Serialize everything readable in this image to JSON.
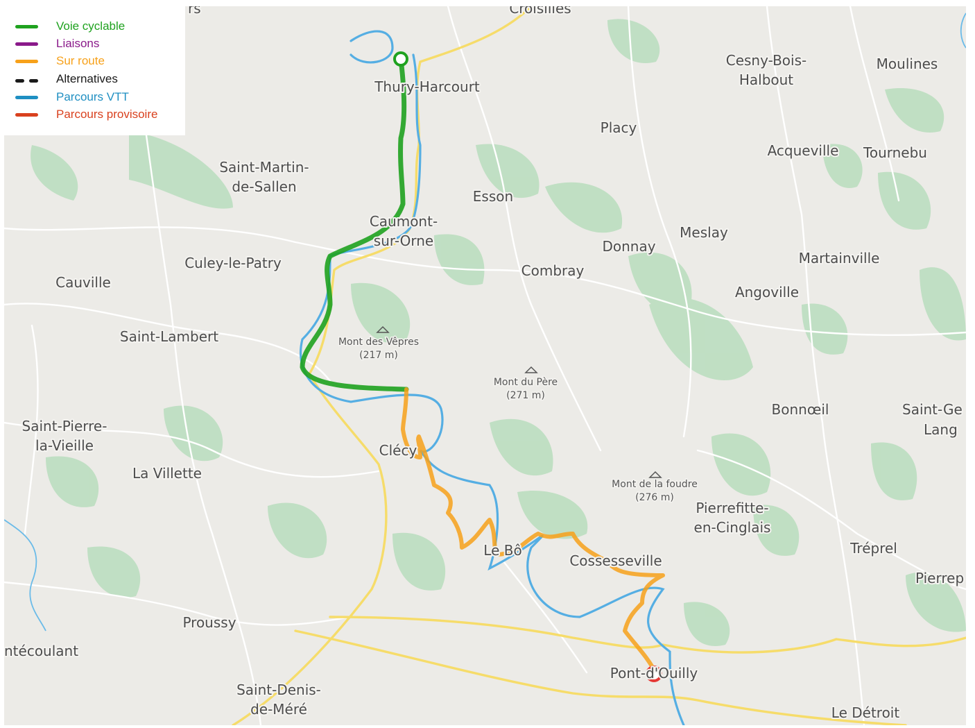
{
  "legend": {
    "items": [
      {
        "label": "Voie cyclable",
        "color": "#1fa21f"
      },
      {
        "label": "Liaisons",
        "color": "#8a1a8a"
      },
      {
        "label": "Sur route",
        "color": "#f7a11a"
      },
      {
        "label": "Alternatives",
        "color": "#1a1a1a",
        "dashed": true
      },
      {
        "label": "Parcours VTT",
        "color": "#1f8fc2"
      },
      {
        "label": "Parcours provisoire",
        "color": "#d9411e"
      }
    ]
  },
  "map": {
    "places": [
      "Thury-Harcourt",
      "Croisilles",
      "Cesny-Bois-",
      "Halbout",
      "Moulines",
      "Placy",
      "Acqueville",
      "Tournebu",
      "Saint-Martin-",
      "de-Sallen",
      "Esson",
      "Caumont-",
      "sur-Orne",
      "Meslay",
      "Donnay",
      "Martainville",
      "Culey-le-Patry",
      "Combray",
      "Cauville",
      "Angoville",
      "Saint-Lambert",
      "Bonnœil",
      "Saint-Ge",
      "Lang",
      "Saint-Pierre-",
      "la-Vieille",
      "Clécy",
      "La Villette",
      "Pierrefitte-",
      "en-Cinglais",
      "Le Bô",
      "Cossesseville",
      "Tréprel",
      "Pierrep",
      "Proussy",
      "ntécoulant",
      "Pont-d'Ouilly",
      "Saint-Denis-",
      "de-Méré",
      "Le Détroit",
      "rs"
    ],
    "peaks": [
      {
        "name": "Mont des Vêpres",
        "elevation": "(217 m)"
      },
      {
        "name": "Mont du Père",
        "elevation": "(271 m)"
      },
      {
        "name": "Mont de la foudre",
        "elevation": "(276 m)"
      }
    ],
    "route": {
      "start_marker_color": "#1fa21f",
      "end_marker_color": "#e53935",
      "cycle_color": "#1fa21f",
      "road_color": "#f7a11a",
      "river_color": "#4aa3df",
      "forest_color": "#a8d8b0",
      "main_road_color": "#f6dc6a"
    }
  }
}
